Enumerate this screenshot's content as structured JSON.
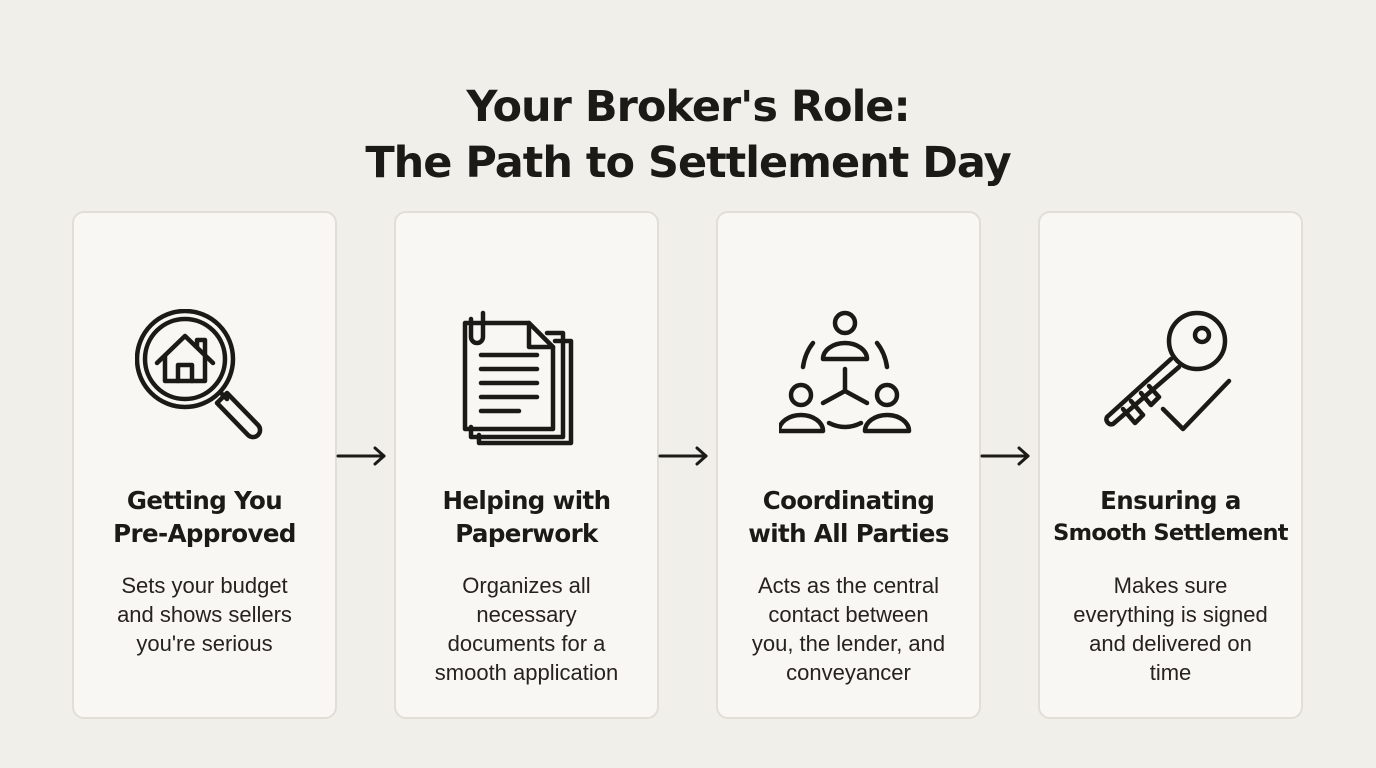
{
  "title": {
    "line1": "Your Broker's Role:",
    "line2": "The Path to Settlement Day"
  },
  "steps": [
    {
      "icon": "magnifier-house-icon",
      "title_lines": [
        "Getting You",
        "Pre-Approved"
      ],
      "desc_lines": [
        "Sets your budget",
        "and shows sellers",
        "you're serious"
      ]
    },
    {
      "icon": "documents-icon",
      "title_lines": [
        "Helping with",
        "Paperwork"
      ],
      "desc_lines": [
        "Organizes all",
        "necessary",
        "documents for a",
        "smooth application"
      ]
    },
    {
      "icon": "people-network-icon",
      "title_lines": [
        "Coordinating",
        "with All Parties"
      ],
      "desc_lines": [
        "Acts as the central",
        "contact between",
        "you, the lender, and",
        "conveyancer"
      ]
    },
    {
      "icon": "key-check-icon",
      "title_lines": [
        "Ensuring a",
        "Smooth Settlement"
      ],
      "desc_lines": [
        "Makes sure",
        "everything is signed",
        "and delivered on",
        "time"
      ]
    }
  ],
  "colors": {
    "background": "#f1efea",
    "card": "#f8f7f4",
    "card_border": "#e1ded7",
    "ink": "#1c1a16"
  }
}
